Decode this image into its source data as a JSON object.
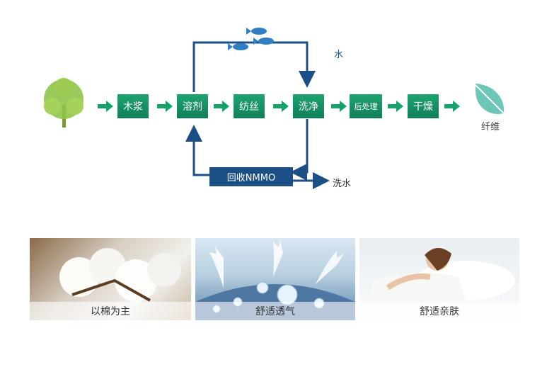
{
  "flow": {
    "steps": [
      "木浆",
      "溶剂",
      "纺丝",
      "洗净",
      "后处理",
      "干燥"
    ],
    "product": "纤维",
    "water_label": "水",
    "recycle_label": "回收NMMO",
    "wash_water_label": "洗水"
  },
  "features": [
    {
      "caption": "以棉为主",
      "icon": "cotton-photo"
    },
    {
      "caption": "舒适透气",
      "icon": "water-drops-photo"
    },
    {
      "caption": "舒适亲肤",
      "icon": "sleeping-woman-photo"
    }
  ],
  "colors": {
    "step_green": "#139467",
    "line_blue": "#1c4f86",
    "arrow_green": "#16a06a"
  }
}
